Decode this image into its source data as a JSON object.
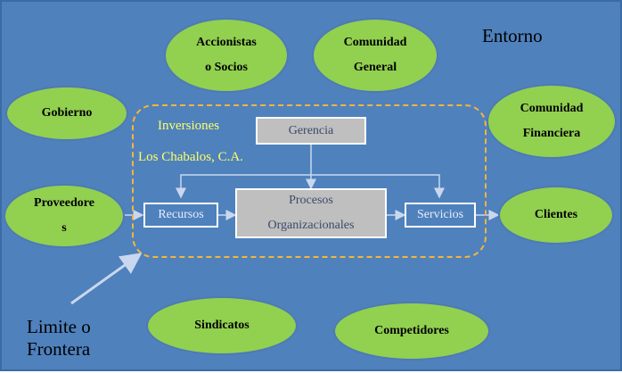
{
  "environment_label": "Entorno",
  "boundary_label": "Limite o\nFrontera",
  "organization": {
    "line1": "Inversiones",
    "line2": "Los Chabalos, C.A."
  },
  "stakeholders": {
    "shareholders": "Accionistas\no Socios",
    "community": "Comunidad\nGeneral",
    "government": "Gobierno",
    "financial_community": "Comunidad\nFinanciera",
    "suppliers": "Proveedore\ns",
    "clients": "Clientes",
    "unions": "Sindicatos",
    "competitors": "Competidores"
  },
  "process": {
    "management": "Gerencia",
    "resources": "Recursos",
    "org_processes": "Procesos\nOrganizacionales",
    "services": "Servicios"
  },
  "colors": {
    "background": "#4f81bd",
    "stakeholder_fill": "#92d050",
    "boundary_line": "#f4b53a",
    "org_text": "#ffff66",
    "process_fill": "#bfbfbf"
  }
}
